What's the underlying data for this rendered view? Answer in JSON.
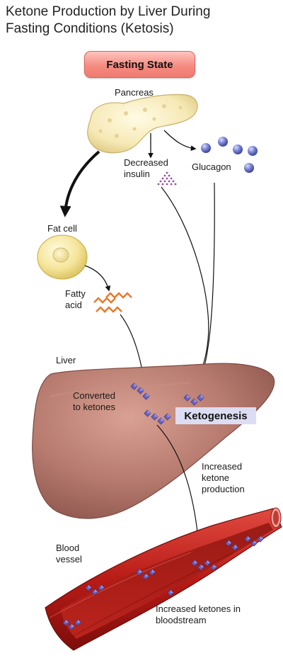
{
  "title": {
    "line1": "Ketone Production by Liver During",
    "line2": "Fasting Conditions (Ketosis)"
  },
  "badge": "Fasting State",
  "labels": {
    "pancreas": "Pancreas",
    "decreased_insulin_1": "Decreased",
    "decreased_insulin_2": "insulin",
    "glucagon": "Glucagon",
    "fat_cell": "Fat cell",
    "fatty_acid_1": "Fatty",
    "fatty_acid_2": "acid",
    "liver": "Liver",
    "converted_1": "Converted",
    "converted_2": "to ketones",
    "ketogenesis": "Ketogenesis",
    "increased_1": "Increased",
    "increased_2": "ketone",
    "increased_3": "production",
    "blood_1": "Blood",
    "blood_2": "vessel",
    "bloodstream_1": "Increased ketones in",
    "bloodstream_2": "bloodstream"
  },
  "colors": {
    "badge": "#f58c82",
    "pancreas": "#f6e9b6",
    "fat_cell": "#f5e59a",
    "fatty_acid": "#e8782c",
    "glucagon": "#6e79c8",
    "insulin": "#9b4fa3",
    "ketone": "#6a64c0",
    "liver": "#b67a6e",
    "vessel": "#b81b16",
    "ketogenesis_box": "#dcdcf2"
  }
}
